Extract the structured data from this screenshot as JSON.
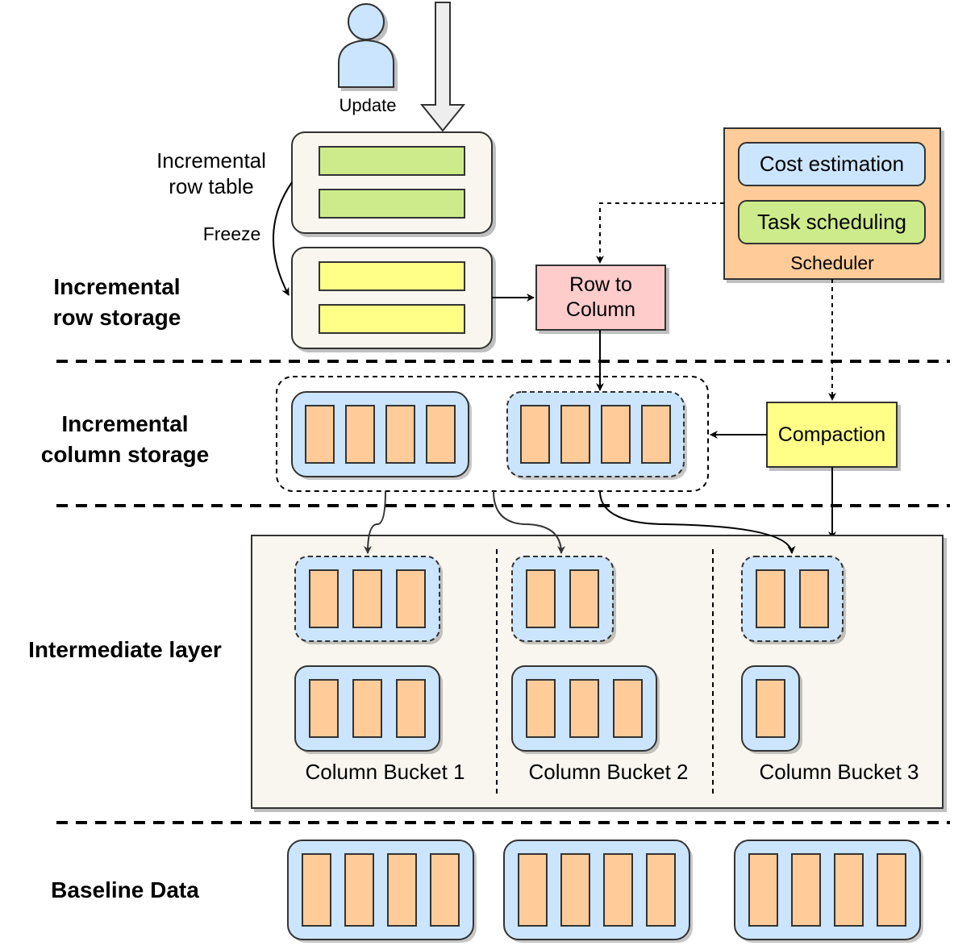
{
  "sections": {
    "row_storage": [
      "Incremental",
      "row storage"
    ],
    "column_storage": [
      "Incremental",
      "column storage"
    ],
    "intermediate": "Intermediate layer",
    "baseline": "Baseline Data"
  },
  "actor": {
    "label": "Update",
    "icon": "person-icon"
  },
  "row_table": {
    "label": [
      "Incremental",
      "row table"
    ],
    "rows": 2,
    "row_color": "#cdeb8b"
  },
  "frozen_table": {
    "rows": 2,
    "row_color": "#ffff88"
  },
  "freeze_label": "Freeze",
  "row_to_column": {
    "label": [
      "Row to",
      "Column"
    ],
    "color": "#ffcccc"
  },
  "scheduler": {
    "label": "Scheduler",
    "color": "#ffcc99",
    "items": [
      {
        "label": "Cost estimation",
        "color": "#cce5ff"
      },
      {
        "label": "Task scheduling",
        "color": "#cdeb8b"
      }
    ]
  },
  "compaction": {
    "label": "Compaction",
    "color": "#ffff88"
  },
  "incremental_column_groups": [
    {
      "columns": 4,
      "frozen": false
    },
    {
      "columns": 4,
      "frozen": true
    }
  ],
  "buckets": [
    {
      "label": "Column Bucket 1",
      "new_columns": 3,
      "old_columns": 3
    },
    {
      "label": "Column Bucket 2",
      "new_columns": 2,
      "old_columns": 3
    },
    {
      "label": "Column Bucket 3",
      "new_columns": 2,
      "old_columns": 1
    }
  ],
  "baseline_groups": [
    {
      "columns": 4
    },
    {
      "columns": 4
    },
    {
      "columns": 4
    }
  ],
  "colors": {
    "column": "#ffcc99",
    "group": "#cce5ff",
    "table_bg": "#f8f6ef",
    "layer_bg": "#f8f6ef"
  }
}
